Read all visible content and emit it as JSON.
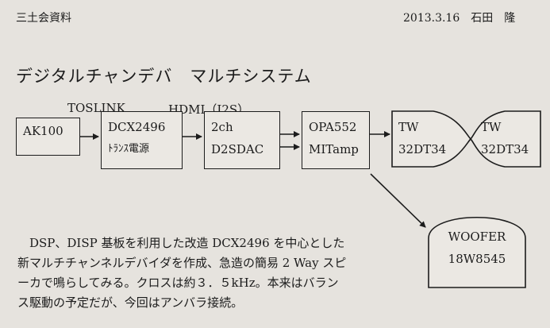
{
  "header": {
    "left": "三土会資料",
    "right": "2013.3.16　石田　隆"
  },
  "title": "デジタルチャンデバ　マルチシステム",
  "labels": {
    "toslink": "TOSLINK",
    "hdmi": "HDMI（I2S）"
  },
  "boxes": {
    "ak100": "AK100",
    "dcx": {
      "line1": "DCX2496",
      "line2": "ﾄﾗﾝｽ電源"
    },
    "dac": {
      "line1": "2ch",
      "line2": "D2SDAC"
    },
    "amp": {
      "line1": "OPA552",
      "line2": "MITamp"
    },
    "tw1": {
      "line1": "TW",
      "line2": "32DT34"
    },
    "tw2": {
      "line1": "TW",
      "line2": "32DT34"
    },
    "woofer": {
      "line1": "WOOFER",
      "line2": "18W8545"
    }
  },
  "paragraph": [
    "　DSP、DISP 基板を利用した改造 DCX2496 を中心とした",
    "新マルチチャンネルデバイダを作成、急造の簡易 2 Way スピ",
    "ーカで鳴らしてみる。クロスは約３．５kHz。本来はバラン",
    "ス駆動の予定だが、今回はアンバラ接続。"
  ]
}
